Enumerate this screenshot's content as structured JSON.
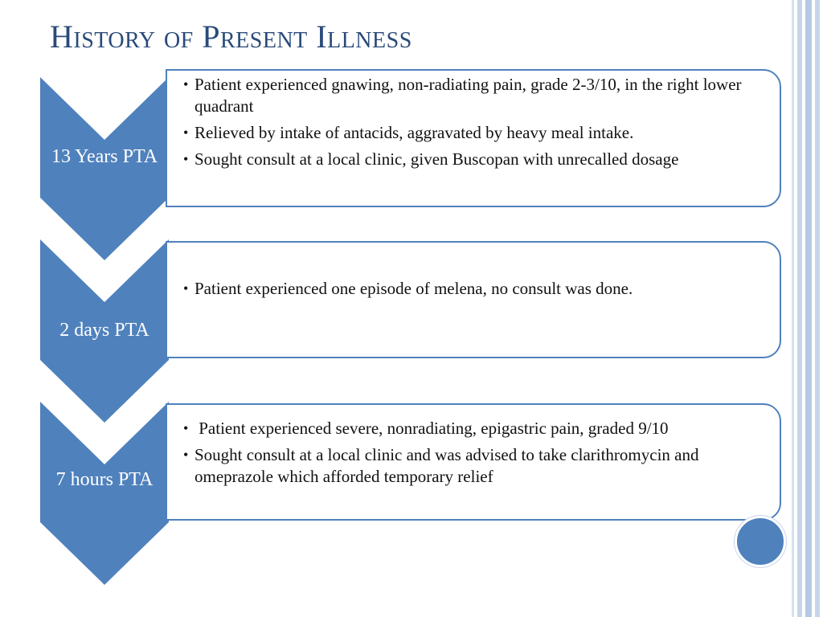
{
  "title": "History of Present Illness",
  "colors": {
    "accent": "#4f81bd",
    "title": "#2a4a7a",
    "stripe_light": "#c7d5ea",
    "stripe_mid": "#a9bfe0"
  },
  "timeline": [
    {
      "label": "13 Years PTA",
      "items": [
        "Patient experienced gnawing, non-radiating pain, grade 2-3/10, in the right lower quadrant",
        "Relieved by intake of antacids, aggravated by heavy meal intake.",
        "Sought consult at a local clinic, given Buscopan with unrecalled dosage"
      ]
    },
    {
      "label": "2 days PTA",
      "items": [
        "Patient experienced one episode of melena, no consult was done."
      ]
    },
    {
      "label": "7 hours PTA",
      "items": [
        " Patient experienced severe, nonradiating, epigastric pain, graded 9/10",
        "Sought consult at a local clinic and was advised to take clarithromycin and omeprazole which afforded temporary relief"
      ]
    }
  ]
}
